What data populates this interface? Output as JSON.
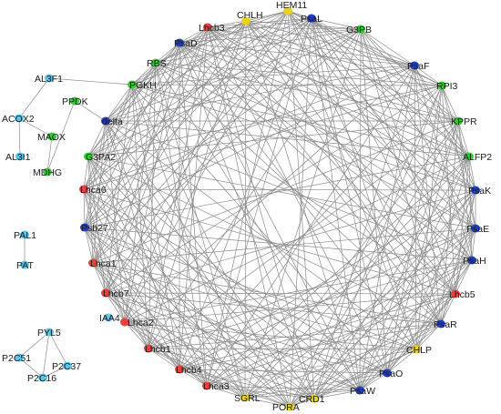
{
  "colors": {
    "red": "#e8403a",
    "blue": "#1f3fbf",
    "green": "#33cc33",
    "yellow": "#e8d21c",
    "cyan": "#5cc5ea",
    "edge": "#8c8c8c"
  },
  "network": {
    "nodes": [
      {
        "id": "CHLH",
        "label": "CHLH",
        "group": "yellow"
      },
      {
        "id": "HEM11",
        "label": "HEM11",
        "group": "yellow"
      },
      {
        "id": "PsaL",
        "label": "PsaL",
        "group": "blue"
      },
      {
        "id": "G3PB",
        "label": "G3PB",
        "group": "green"
      },
      {
        "id": "PsaF",
        "label": "PsaF",
        "group": "blue"
      },
      {
        "id": "RPI3",
        "label": "RPI3",
        "group": "green"
      },
      {
        "id": "KPPR",
        "label": "KPPR",
        "group": "green"
      },
      {
        "id": "ALFP2",
        "label": "ALFP2",
        "group": "green"
      },
      {
        "id": "PsaK",
        "label": "PsaK",
        "group": "blue"
      },
      {
        "id": "PsaE",
        "label": "PsaE",
        "group": "blue"
      },
      {
        "id": "PsaH",
        "label": "PsaH",
        "group": "blue"
      },
      {
        "id": "Lhcb5",
        "label": "Lhcb5",
        "group": "red"
      },
      {
        "id": "PsaR",
        "label": "PsaR",
        "group": "blue"
      },
      {
        "id": "CHLP",
        "label": "CHLP",
        "group": "yellow"
      },
      {
        "id": "PsaO",
        "label": "PsaO",
        "group": "blue"
      },
      {
        "id": "PsaW",
        "label": "PsaW",
        "group": "blue"
      },
      {
        "id": "CRD1",
        "label": "CRD1",
        "group": "yellow"
      },
      {
        "id": "PORA",
        "label": "PORA",
        "group": "yellow"
      },
      {
        "id": "SGRL",
        "label": "SGRL",
        "group": "yellow"
      },
      {
        "id": "Lhca3",
        "label": "Lhca3",
        "group": "red"
      },
      {
        "id": "Lhcb4",
        "label": "Lhcb4",
        "group": "red"
      },
      {
        "id": "Lhcb1",
        "label": "Lhcb1",
        "group": "red"
      },
      {
        "id": "Lhca2",
        "label": "Lhca2",
        "group": "red"
      },
      {
        "id": "Lhcb7",
        "label": "Lhcb7",
        "group": "red"
      },
      {
        "id": "Lhca1",
        "label": "Lhca1",
        "group": "red"
      },
      {
        "id": "Psb27",
        "label": "Psb27",
        "group": "blue"
      },
      {
        "id": "Lhca6",
        "label": "Lhca6",
        "group": "red"
      },
      {
        "id": "G3PA2",
        "label": "G3PA2",
        "group": "green"
      },
      {
        "id": "delta",
        "label": "delta",
        "group": "blue"
      },
      {
        "id": "PGKH",
        "label": "PGKH",
        "group": "green"
      },
      {
        "id": "RBS",
        "label": "RBS",
        "group": "green"
      },
      {
        "id": "PsaD",
        "label": "PsaD",
        "group": "blue"
      },
      {
        "id": "Lhcb3",
        "label": "Lhcb3",
        "group": "red"
      },
      {
        "id": "IAA4",
        "label": "IAA4",
        "group": "cyan"
      },
      {
        "id": "AL3F1",
        "label": "AL3F1",
        "group": "cyan"
      },
      {
        "id": "PPDK",
        "label": "PPDK",
        "group": "green"
      },
      {
        "id": "ACOX2",
        "label": "ACOX2",
        "group": "cyan"
      },
      {
        "id": "MAOX",
        "label": "MAOX",
        "group": "green"
      },
      {
        "id": "AL3I1",
        "label": "AL3I1",
        "group": "cyan"
      },
      {
        "id": "MDHG",
        "label": "MDHG",
        "group": "green"
      },
      {
        "id": "PAL1",
        "label": "PAL1",
        "group": "cyan"
      },
      {
        "id": "PAT",
        "label": "PAT",
        "group": "cyan"
      },
      {
        "id": "PYL5",
        "label": "PYL5",
        "group": "cyan"
      },
      {
        "id": "P2C51",
        "label": "P2C51",
        "group": "cyan"
      },
      {
        "id": "P2C37",
        "label": "P2C37",
        "group": "cyan"
      },
      {
        "id": "P2C16",
        "label": "P2C16",
        "group": "cyan"
      }
    ],
    "ring": [
      "CHLH",
      "HEM11",
      "PsaL",
      "G3PB",
      "PsaF",
      "RPI3",
      "KPPR",
      "ALFP2",
      "PsaK",
      "PsaE",
      "PsaH",
      "Lhcb5",
      "PsaR",
      "CHLP",
      "PsaO",
      "PsaW",
      "CRD1",
      "PORA",
      "SGRL",
      "Lhca3",
      "Lhcb4",
      "Lhcb1",
      "Lhca2",
      "Lhcb7",
      "Lhca1",
      "Psb27",
      "Lhca6",
      "G3PA2",
      "delta",
      "PGKH",
      "RBS",
      "PsaD",
      "Lhcb3"
    ],
    "ring_skip": [
      1,
      3,
      4,
      6,
      8,
      9,
      11,
      12,
      15
    ],
    "extra_edges": [
      [
        "AL3F1",
        "PGKH"
      ],
      [
        "AL3F1",
        "ACOX2"
      ],
      [
        "ACOX2",
        "AL3I1"
      ],
      [
        "ACOX2",
        "MAOX"
      ],
      [
        "PPDK",
        "delta"
      ],
      [
        "PPDK",
        "MDHG"
      ],
      [
        "MAOX",
        "MDHG"
      ],
      [
        "PAL1",
        "PAT"
      ],
      [
        "PYL5",
        "P2C51"
      ],
      [
        "PYL5",
        "P2C37"
      ],
      [
        "PYL5",
        "P2C16"
      ],
      [
        "P2C51",
        "P2C16"
      ],
      [
        "P2C37",
        "P2C16"
      ]
    ]
  }
}
